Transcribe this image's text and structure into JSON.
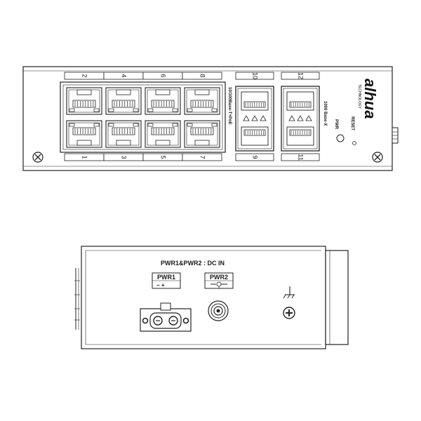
{
  "front_panel": {
    "brand": "alhua",
    "brand_sub": "TECHNOLOGY",
    "rj45_group_label": "10/100Base-T+PoE",
    "sfp_group_label": "1000 Base-X",
    "pwr_label": "PWR",
    "reset_label": "RESET",
    "rj45_top_numbers": [
      "2",
      "4",
      "6",
      "8"
    ],
    "rj45_bottom_numbers": [
      "1",
      "3",
      "5",
      "7"
    ],
    "sfp_top_numbers": [
      "10",
      "12"
    ],
    "sfp_bottom_numbers": [
      "9",
      "11"
    ]
  },
  "bottom_panel": {
    "title": "PWR1&PWR2 : DC IN",
    "pwr1_label": "PWR1",
    "pwr1_polarity": "−  +",
    "pwr2_label": "PWR2",
    "ground_symbol": "earth-ground-icon"
  }
}
